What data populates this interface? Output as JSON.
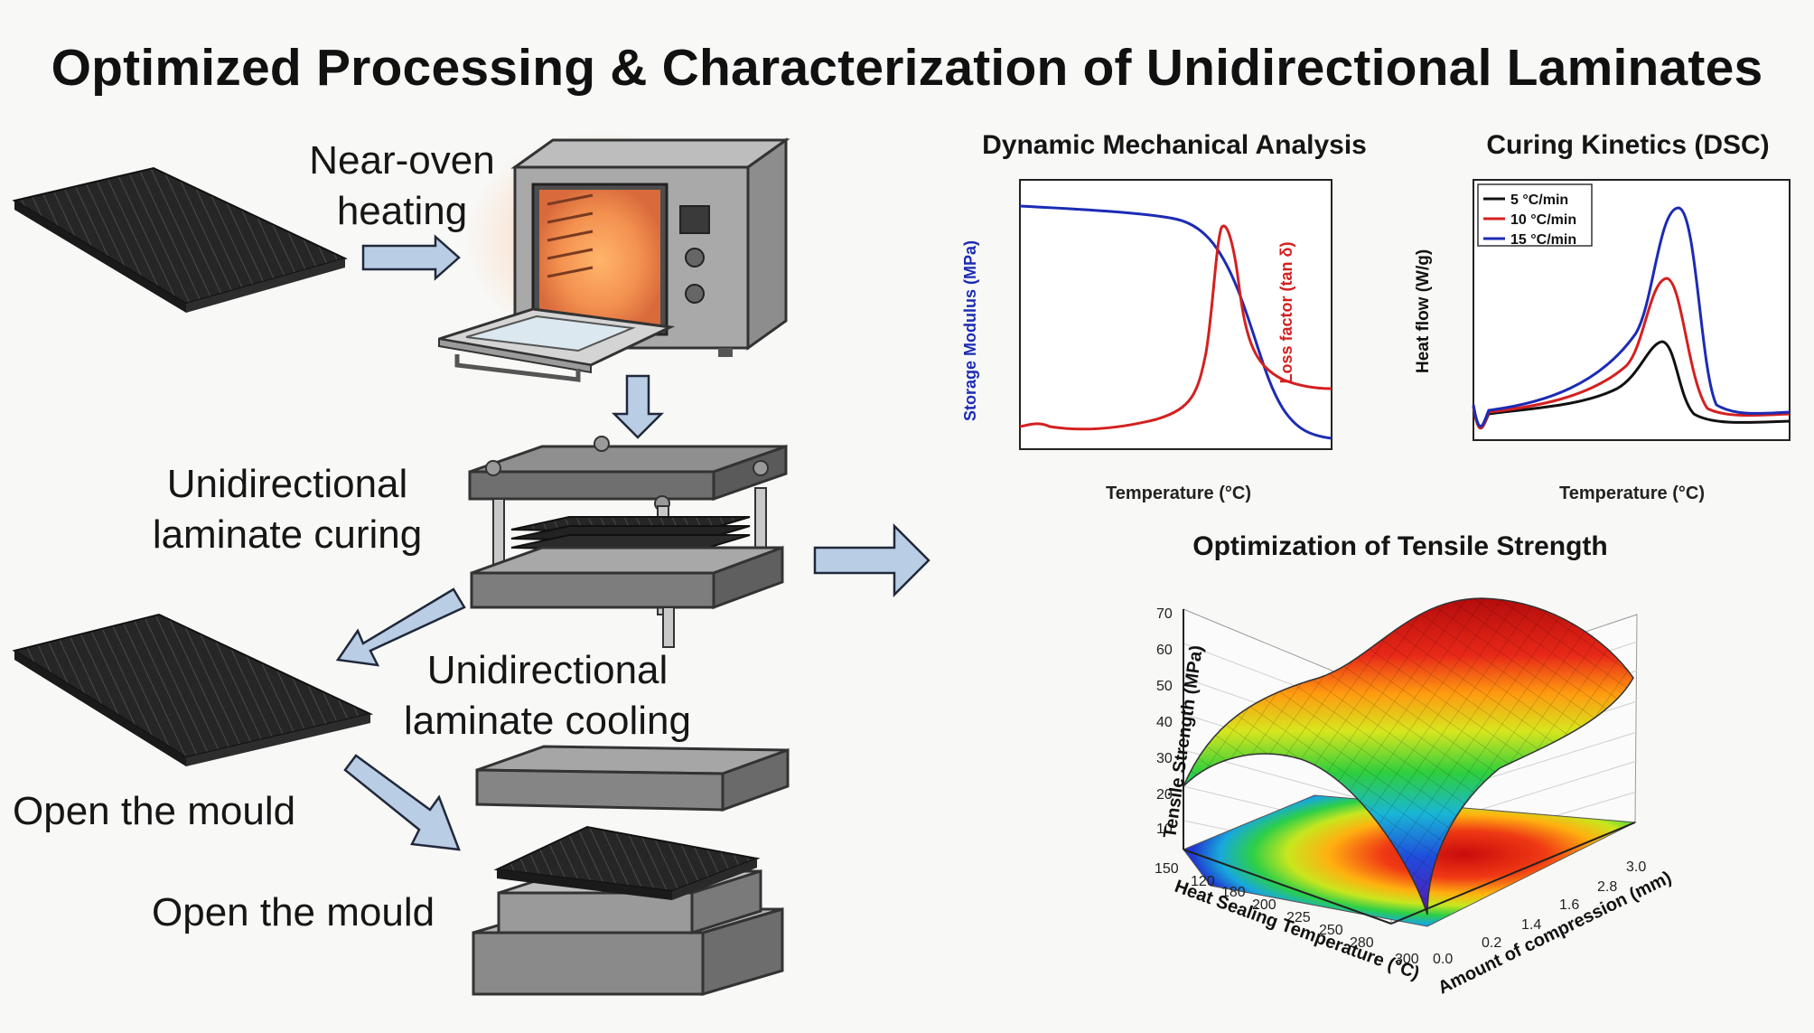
{
  "title": "Optimized Processing & Characterization of Unidirectional Laminates",
  "process": {
    "step1": "Near-oven\nheating",
    "step2": "Unidirectional\nlaminate curing",
    "step3": "Unidirectional\nlaminate cooling",
    "step4": "Open the mould",
    "step5": "Open the mould"
  },
  "dma": {
    "title": "Dynamic Mechanical Analysis",
    "xlabel": "Temperature (°C)",
    "ylabel_left": "Storage Modulus (MPa)",
    "ylabel_right": "Loss factor (tan δ)",
    "colors": {
      "modulus": "#1c2bb4",
      "loss": "#d42020"
    }
  },
  "dsc": {
    "title": "Curing Kinetics (DSC)",
    "xlabel": "Temperature (°C)",
    "ylabel": "Heat flow (W/g)",
    "legend": [
      {
        "name": "5 °C/min",
        "color": "#111111"
      },
      {
        "name": "10 °C/min",
        "color": "#d42020"
      },
      {
        "name": "15 °C/min",
        "color": "#1c2bb4"
      }
    ]
  },
  "surface": {
    "title": "Optimization of Tensile Strength",
    "zlabel": "Tensile Strength (MPa)",
    "xlabel": "Heat Sealing Temperature (°C)",
    "ylabel": "Amount of compression (mm)",
    "z_ticks": [
      "70",
      "60",
      "50",
      "40",
      "30",
      "20",
      "10"
    ],
    "x_ticks": [
      "150",
      "120",
      "180",
      "200",
      "225",
      "250",
      "280",
      "300"
    ],
    "y_ticks": [
      "0.0",
      "0.2",
      "1.4",
      "1.6",
      "2.8",
      "3.0"
    ]
  }
}
